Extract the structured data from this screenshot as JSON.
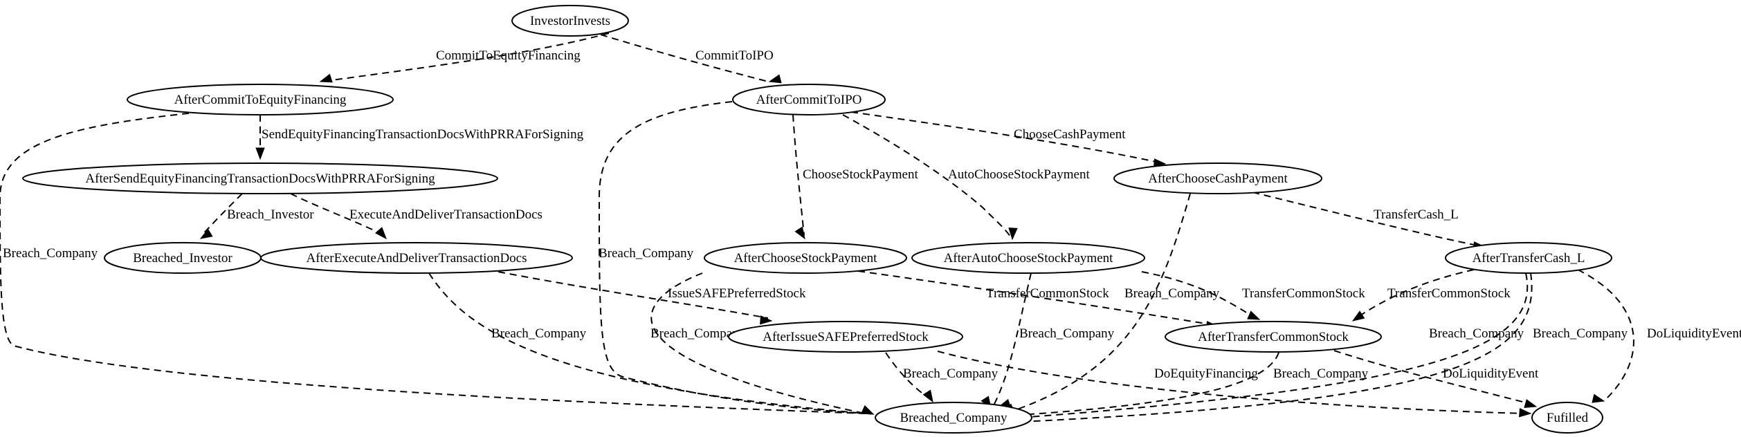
{
  "colors": {
    "background": "#ffffff",
    "stroke": "#000000"
  },
  "nodes": [
    {
      "id": "InvestorInvests",
      "label": "InvestorInvests"
    },
    {
      "id": "AfterCommitToEquityFinancing",
      "label": "AfterCommitToEquityFinancing"
    },
    {
      "id": "AfterCommitToIPO",
      "label": "AfterCommitToIPO"
    },
    {
      "id": "AfterSendEquityFinancingTransactionDocsWithPRRAForSigning",
      "label": "AfterSendEquityFinancingTransactionDocsWithPRRAForSigning"
    },
    {
      "id": "AfterChooseCashPayment",
      "label": "AfterChooseCashPayment"
    },
    {
      "id": "Breached_Investor",
      "label": "Breached_Investor"
    },
    {
      "id": "AfterExecuteAndDeliverTransactionDocs",
      "label": "AfterExecuteAndDeliverTransactionDocs"
    },
    {
      "id": "AfterChooseStockPayment",
      "label": "AfterChooseStockPayment"
    },
    {
      "id": "AfterAutoChooseStockPayment",
      "label": "AfterAutoChooseStockPayment"
    },
    {
      "id": "AfterTransferCash_L",
      "label": "AfterTransferCash_L"
    },
    {
      "id": "AfterIssueSAFEPreferredStock",
      "label": "AfterIssueSAFEPreferredStock"
    },
    {
      "id": "AfterTransferCommonStock",
      "label": "AfterTransferCommonStock"
    },
    {
      "id": "Breached_Company",
      "label": "Breached_Company"
    },
    {
      "id": "Fufilled",
      "label": "Fufilled"
    }
  ],
  "edges": [
    {
      "from": "InvestorInvests",
      "to": "AfterCommitToEquityFinancing",
      "label": "CommitToEquityFinancing"
    },
    {
      "from": "InvestorInvests",
      "to": "AfterCommitToIPO",
      "label": "CommitToIPO"
    },
    {
      "from": "AfterCommitToEquityFinancing",
      "to": "AfterSendEquityFinancingTransactionDocsWithPRRAForSigning",
      "label": "SendEquityFinancingTransactionDocsWithPRRAForSigning"
    },
    {
      "from": "AfterCommitToEquityFinancing",
      "to": "Breached_Company",
      "label": "Breach_Company"
    },
    {
      "from": "AfterSendEquityFinancingTransactionDocsWithPRRAForSigning",
      "to": "Breached_Investor",
      "label": "Breach_Investor"
    },
    {
      "from": "AfterSendEquityFinancingTransactionDocsWithPRRAForSigning",
      "to": "AfterExecuteAndDeliverTransactionDocs",
      "label": "ExecuteAndDeliverTransactionDocs"
    },
    {
      "from": "AfterExecuteAndDeliverTransactionDocs",
      "to": "AfterIssueSAFEPreferredStock",
      "label": "IssueSAFEPreferredStock"
    },
    {
      "from": "AfterExecuteAndDeliverTransactionDocs",
      "to": "Breached_Company",
      "label": "Breach_Company"
    },
    {
      "from": "AfterCommitToIPO",
      "to": "Breached_Company",
      "label": "Breach_Company"
    },
    {
      "from": "AfterCommitToIPO",
      "to": "AfterChooseStockPayment",
      "label": "ChooseStockPayment"
    },
    {
      "from": "AfterCommitToIPO",
      "to": "AfterAutoChooseStockPayment",
      "label": "AutoChooseStockPayment"
    },
    {
      "from": "AfterCommitToIPO",
      "to": "AfterChooseCashPayment",
      "label": "ChooseCashPayment"
    },
    {
      "from": "AfterChooseCashPayment",
      "to": "AfterTransferCash_L",
      "label": "TransferCash_L"
    },
    {
      "from": "AfterChooseCashPayment",
      "to": "Breached_Company",
      "label": "Breach_Company"
    },
    {
      "from": "AfterChooseStockPayment",
      "to": "AfterTransferCommonStock",
      "label": "TransferCommonStock"
    },
    {
      "from": "AfterChooseStockPayment",
      "to": "Breached_Company",
      "label": "Breach_Company"
    },
    {
      "from": "AfterAutoChooseStockPayment",
      "to": "AfterTransferCommonStock",
      "label": "TransferCommonStock"
    },
    {
      "from": "AfterAutoChooseStockPayment",
      "to": "Breached_Company",
      "label": "Breach_Company"
    },
    {
      "from": "AfterTransferCash_L",
      "to": "AfterTransferCommonStock",
      "label": "TransferCommonStock"
    },
    {
      "from": "AfterTransferCash_L",
      "to": "Breached_Company",
      "label": "Breach_Company"
    },
    {
      "from": "AfterTransferCash_L",
      "to": "Breached_Company",
      "label": "Breach_Company"
    },
    {
      "from": "AfterTransferCash_L",
      "to": "Fufilled",
      "label": "DoLiquidityEvent"
    },
    {
      "from": "AfterIssueSAFEPreferredStock",
      "to": "Breached_Company",
      "label": "Breach_Company"
    },
    {
      "from": "AfterIssueSAFEPreferredStock",
      "to": "Fufilled",
      "label": "DoEquityFinancing"
    },
    {
      "from": "AfterTransferCommonStock",
      "to": "Breached_Company",
      "label": "Breach_Company"
    },
    {
      "from": "AfterTransferCommonStock",
      "to": "Fufilled",
      "label": "DoLiquidityEvent"
    }
  ]
}
